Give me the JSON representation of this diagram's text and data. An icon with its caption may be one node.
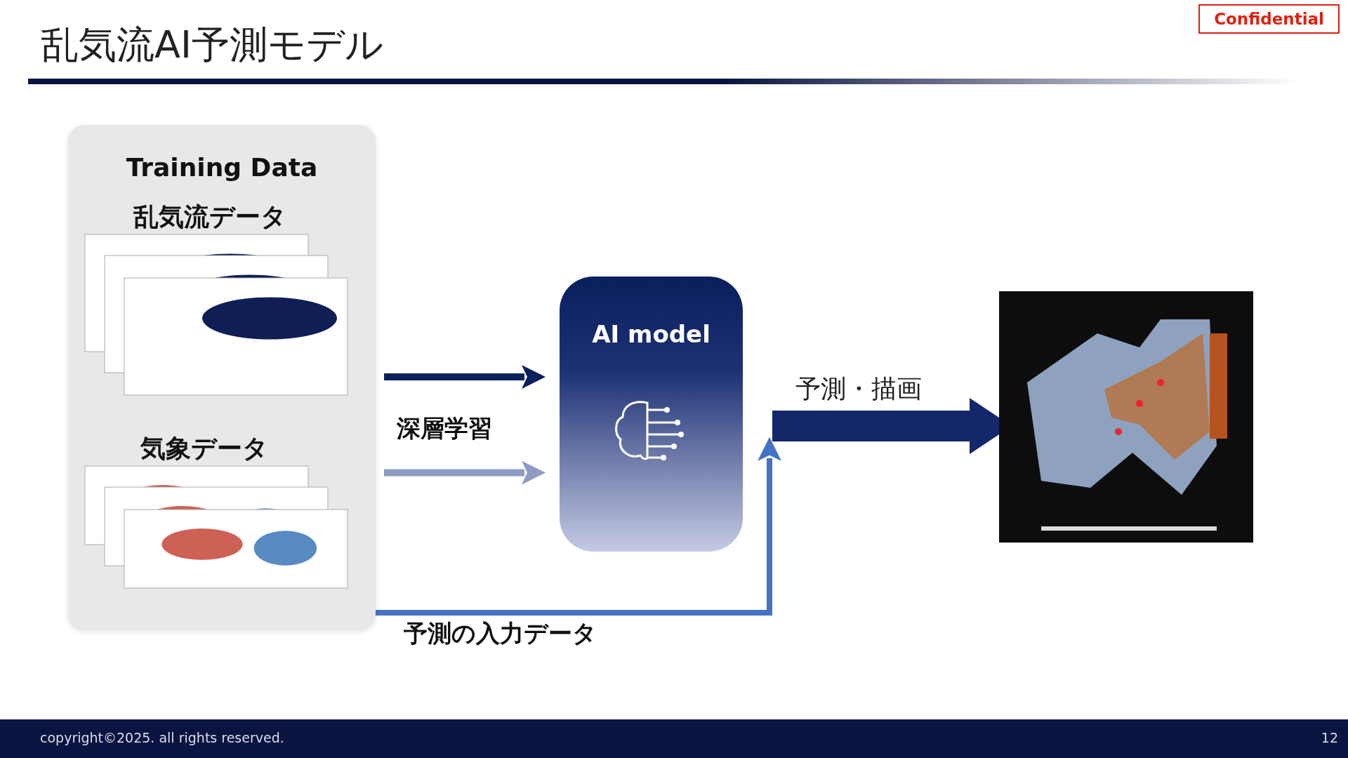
{
  "diagram": {
    "title": "乱気流AI予測モデル",
    "nodes": [
      {
        "text": [
          "Training Data"
        ]
      },
      {
        "text": [
          "乱気流データ"
        ],
        "in": 0
      },
      {
        "text": [
          "気象データ"
        ],
        "in": 0
      },
      {
        "text": [
          "AI model"
        ]
      },
      {
        "text": [],
        "shape": "picture"
      }
    ],
    "edges": [
      {
        "from": 1,
        "to": 3,
        "arrow": "to",
        "color": "#0a1f5c"
      },
      {
        "from": 2,
        "to": 3,
        "arrow": "to",
        "color": "#8e9cc4"
      },
      {
        "from": 3,
        "to": 4,
        "arrow": "to",
        "label": "予測・描画",
        "style": "thick",
        "color": "#14276a"
      },
      {
        "from": 2,
        "to": 3,
        "arrow": "to",
        "label": "予測の入力データ",
        "color": "#4472c4"
      }
    ],
    "labels": [
      "Confidential",
      "深層学習",
      "copyright©2025. all rights reserved.",
      "12"
    ]
  }
}
